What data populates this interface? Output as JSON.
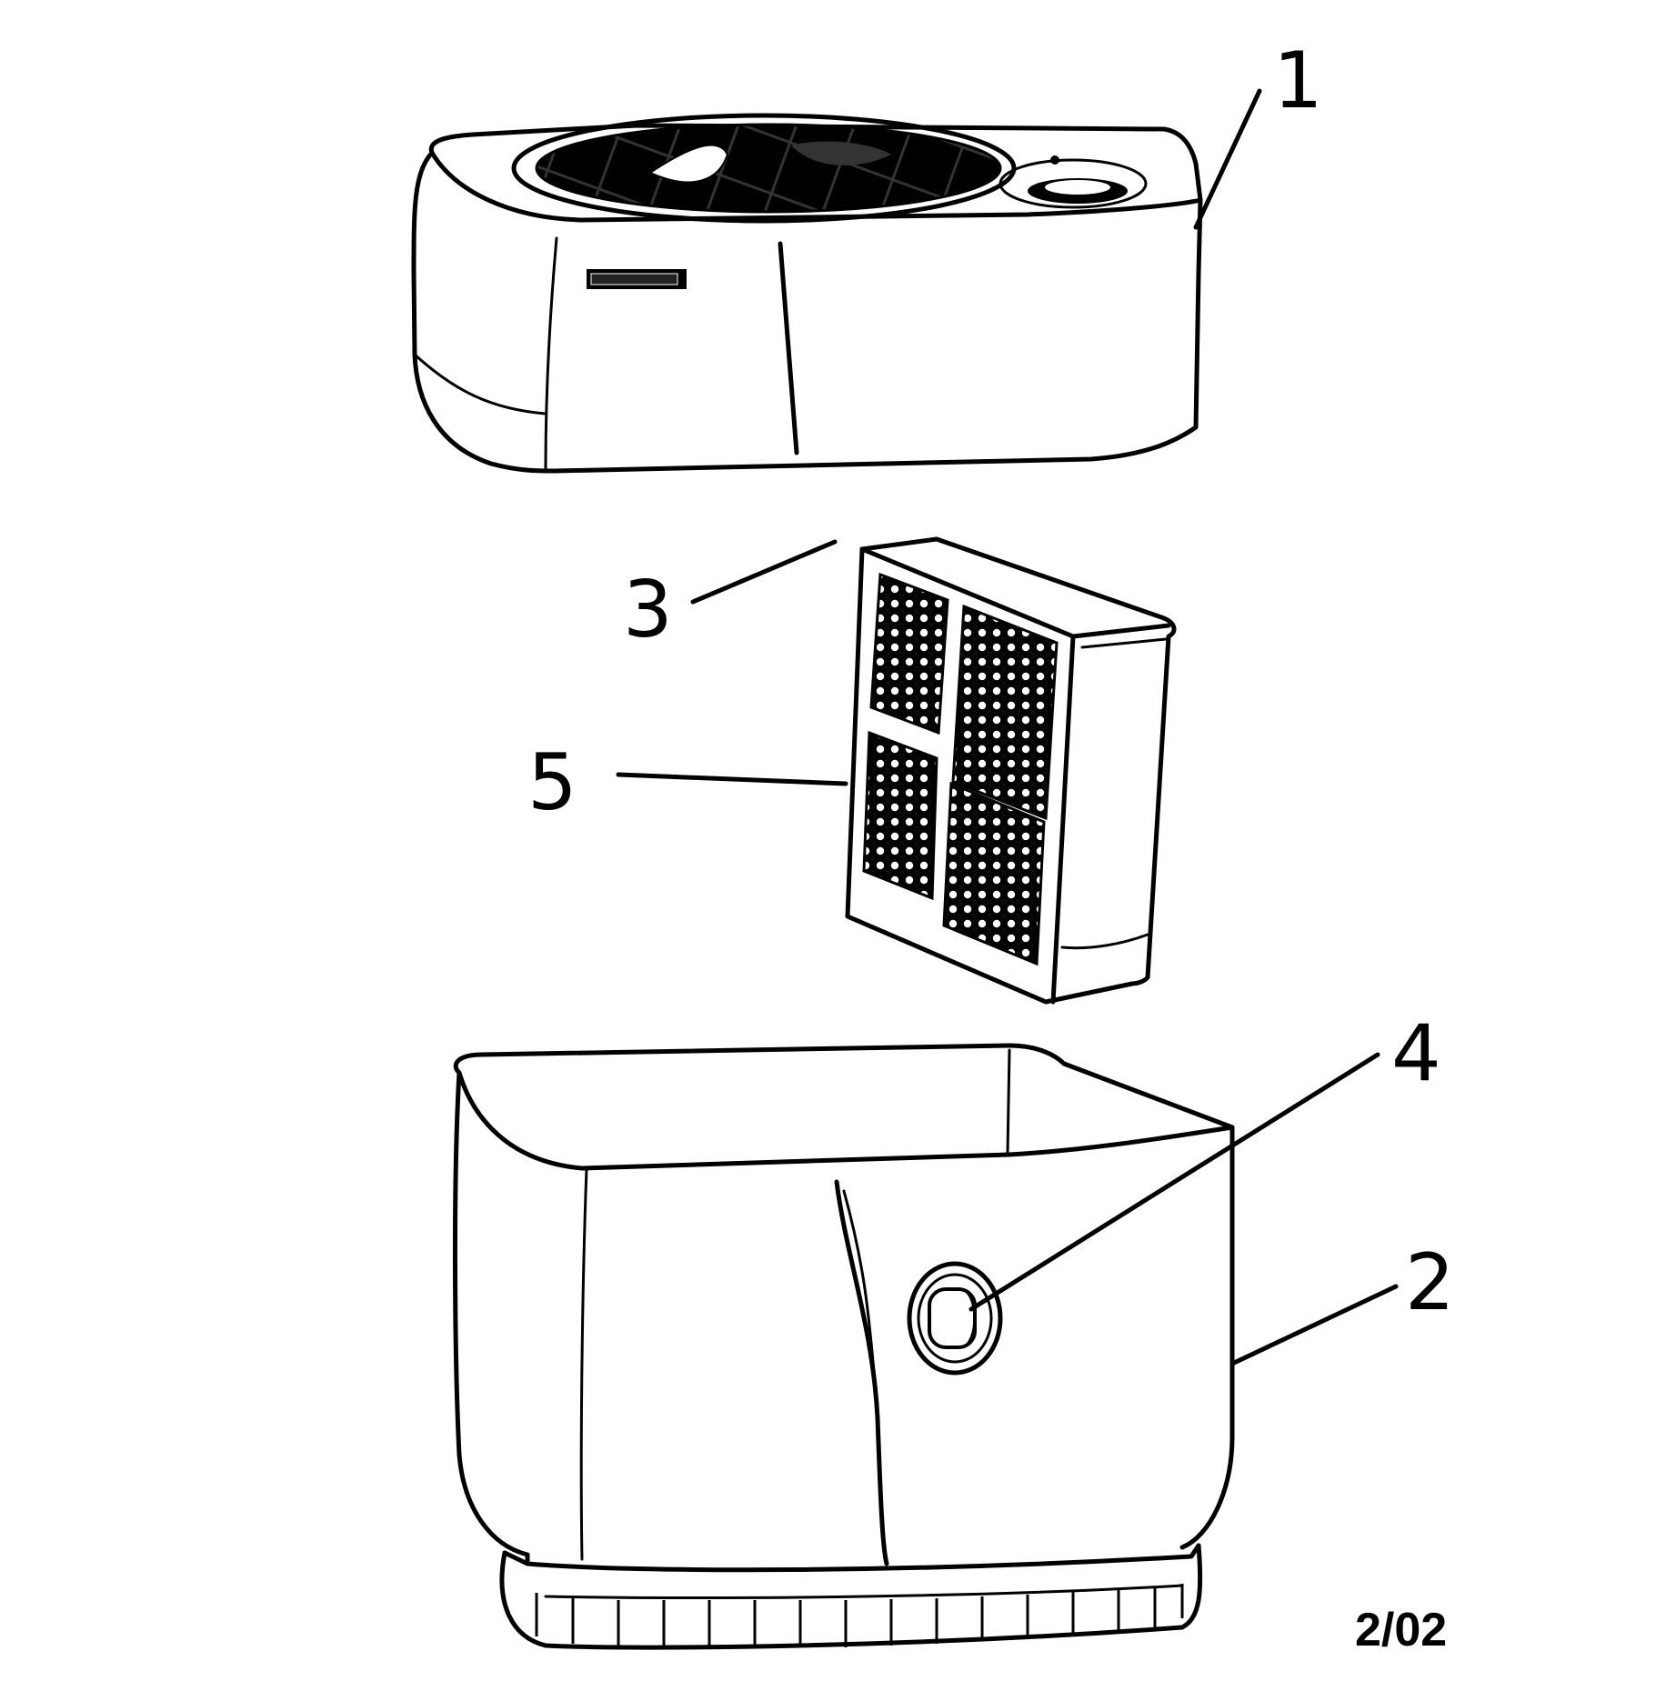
{
  "diagram": {
    "callouts": [
      {
        "id": "1",
        "label": "1"
      },
      {
        "id": "2",
        "label": "2"
      },
      {
        "id": "3",
        "label": "3"
      },
      {
        "id": "4",
        "label": "4"
      },
      {
        "id": "5",
        "label": "5"
      }
    ],
    "footer_code": "2/02",
    "colors": {
      "ink": "#000000",
      "paper": "#ffffff"
    }
  }
}
